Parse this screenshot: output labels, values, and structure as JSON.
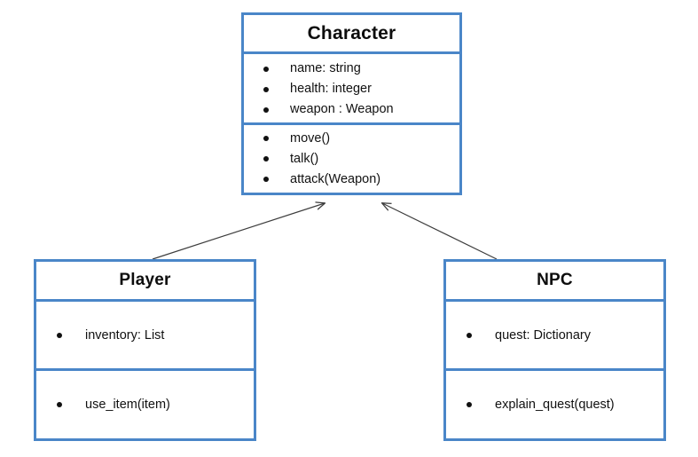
{
  "diagram": {
    "type": "uml-class-diagram",
    "background_color": "#ffffff",
    "border_color": "#4a86c8",
    "text_color": "#111111",
    "connector_color": "#3d3d3d",
    "bullet_glyph": "●"
  },
  "classes": {
    "character": {
      "name": "Character",
      "attributes": [
        "name: string",
        "health: integer",
        "weapon : Weapon"
      ],
      "methods": [
        "move()",
        "talk()",
        "attack(Weapon)"
      ]
    },
    "player": {
      "name": "Player",
      "attributes": [
        "inventory: List"
      ],
      "methods": [
        "use_item(item)"
      ]
    },
    "npc": {
      "name": "NPC",
      "attributes": [
        "quest: Dictionary"
      ],
      "methods": [
        "explain_quest(quest)"
      ]
    }
  },
  "relationships": [
    {
      "id": "player-to-character",
      "from": "Player",
      "to": "Character",
      "kind": "inheritance-arrow"
    },
    {
      "id": "npc-to-character",
      "from": "NPC",
      "to": "Character",
      "kind": "inheritance-arrow"
    }
  ]
}
